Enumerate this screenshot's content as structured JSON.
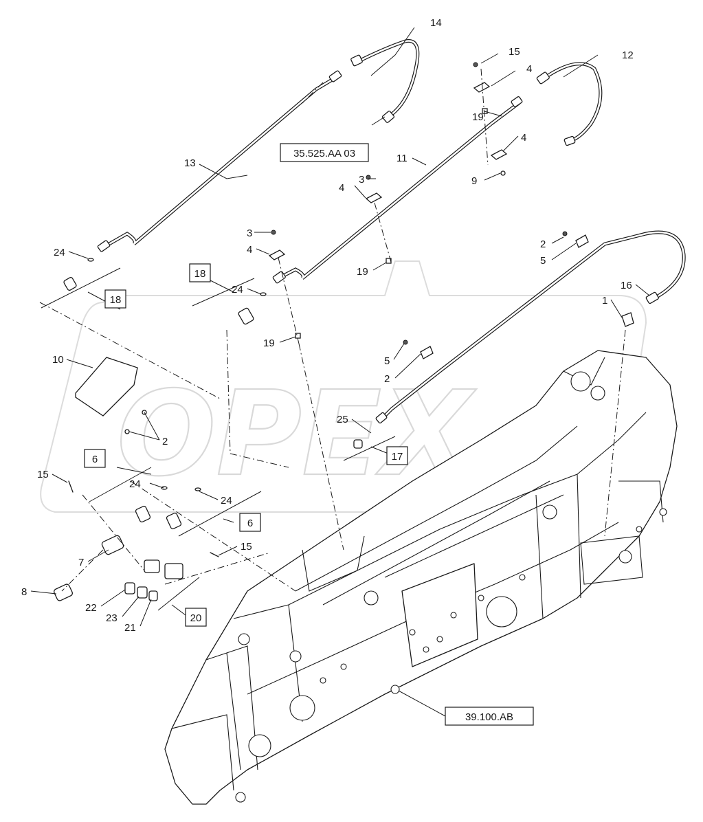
{
  "watermark": {
    "text": "OPEX"
  },
  "callouts": [
    {
      "text": "14"
    },
    {
      "text": "15"
    },
    {
      "text": "12"
    },
    {
      "text": "4"
    },
    {
      "text": "19"
    },
    {
      "text": "4"
    },
    {
      "text": "13"
    },
    {
      "text": "11"
    },
    {
      "text": "3"
    },
    {
      "text": "9"
    },
    {
      "text": "4"
    },
    {
      "text": "3"
    },
    {
      "text": "4"
    },
    {
      "text": "2"
    },
    {
      "text": "5"
    },
    {
      "text": "24"
    },
    {
      "text": "19"
    },
    {
      "text": "24"
    },
    {
      "text": "16"
    },
    {
      "text": "1"
    },
    {
      "text": "19"
    },
    {
      "text": "10"
    },
    {
      "text": "2"
    },
    {
      "text": "5"
    },
    {
      "text": "2"
    },
    {
      "text": "25"
    },
    {
      "text": "15"
    },
    {
      "text": "24"
    },
    {
      "text": "24"
    },
    {
      "text": "15"
    },
    {
      "text": "7"
    },
    {
      "text": "8"
    },
    {
      "text": "22"
    },
    {
      "text": "23"
    },
    {
      "text": "21"
    }
  ],
  "reference_boxes": [
    {
      "text": "35.525.AA 03"
    },
    {
      "text": "18"
    },
    {
      "text": "18"
    },
    {
      "text": "17"
    },
    {
      "text": "6"
    },
    {
      "text": "6"
    },
    {
      "text": "20"
    },
    {
      "text": "39.100.AB"
    }
  ],
  "colors": {
    "line": "#1a1a1a",
    "watermark": "#d9d9d9",
    "background": "#ffffff"
  }
}
